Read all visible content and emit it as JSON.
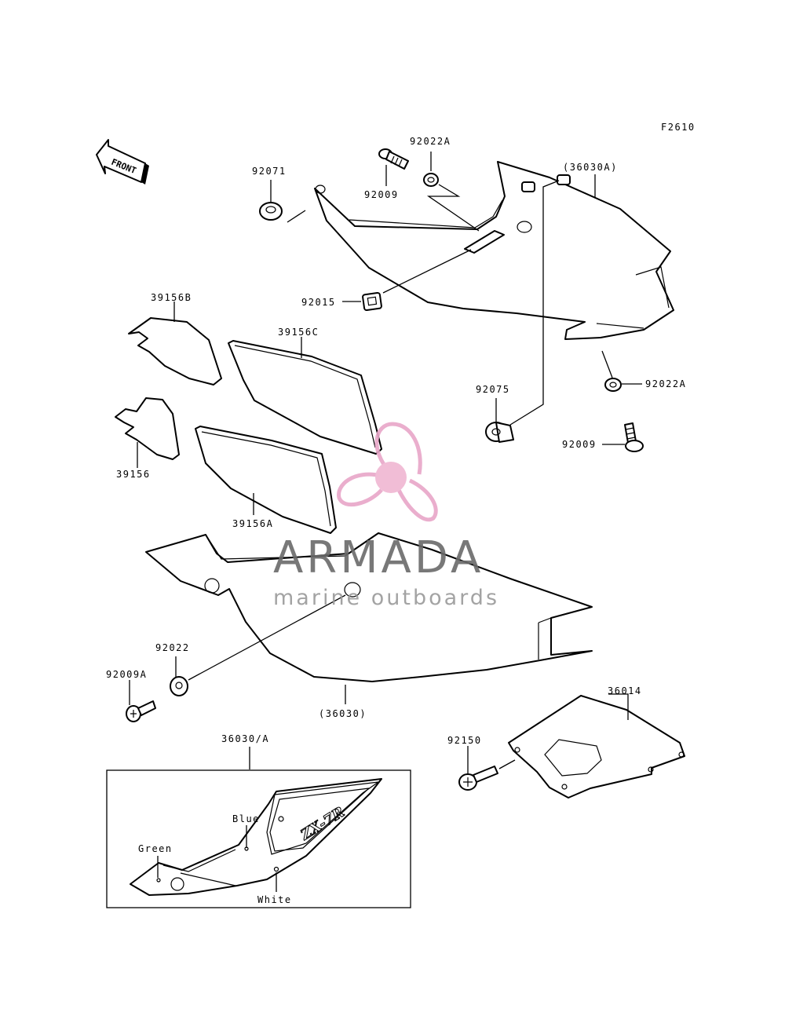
{
  "figure_code": "F2610",
  "front_arrow_label": "FRONT",
  "callouts": {
    "p92022A_top": "92022A",
    "p92009_top": "92009",
    "p36030A": "(36030A)",
    "p92071": "92071",
    "p92015": "92015",
    "p39156B": "39156B",
    "p39156C": "39156C",
    "p39156": "39156",
    "p39156A": "39156A",
    "p92075": "92075",
    "p92022A_right": "92022A",
    "p92009_right": "92009",
    "p92022": "92022",
    "p92009A": "92009A",
    "p36030": "(36030)",
    "p36014": "36014",
    "p92150": "92150",
    "p36030_A": "36030/A"
  },
  "color_inset": {
    "blue": "Blue",
    "green": "Green",
    "white": "White",
    "decal": "ZX-7R"
  },
  "watermark": {
    "brand": "ARMADA",
    "tagline": "marine outboards",
    "logo_color": "#e8a6c8",
    "logo_hub_color": "#f0b6d2"
  }
}
